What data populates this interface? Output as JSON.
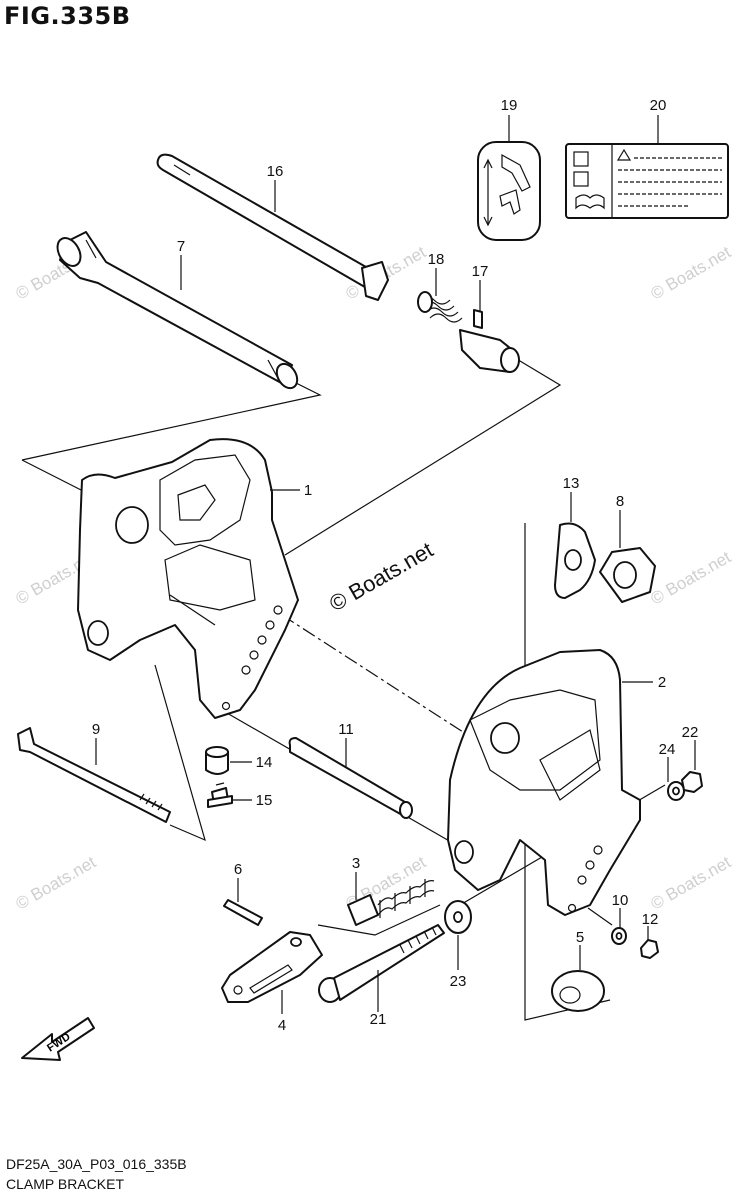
{
  "figure": {
    "title": "FIG.335B",
    "code": "DF25A_30A_P03_016_335B",
    "name": "CLAMP BRACKET"
  },
  "watermark": {
    "main": "© Boats.net",
    "faint": "© Boats.net"
  },
  "fwd_label": "FWD",
  "part_labels": [
    "1",
    "2",
    "3",
    "4",
    "5",
    "6",
    "7",
    "8",
    "9",
    "10",
    "11",
    "12",
    "13",
    "14",
    "15",
    "16",
    "17",
    "18",
    "19",
    "20",
    "21",
    "22",
    "23",
    "24"
  ],
  "icons": [
    "clamp-bracket-left",
    "clamp-bracket-right",
    "clamp-screw-pin",
    "pivot-tube",
    "fwd-arrow"
  ]
}
